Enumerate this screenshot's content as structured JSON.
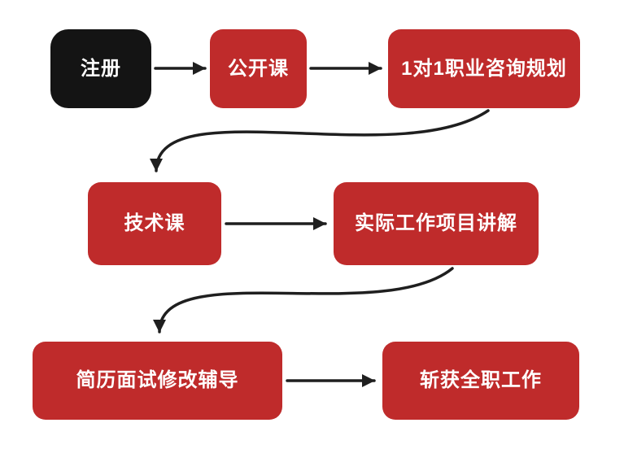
{
  "page": {
    "background": "#ffffff"
  },
  "diagram": {
    "type": "flowchart",
    "arrow_color": "#1f1f1f",
    "nodes": [
      {
        "id": "register",
        "label": "注册",
        "fill": "#141414",
        "text_color": "#ffffff"
      },
      {
        "id": "open-class",
        "label": "公开课",
        "fill": "#bf2b2b",
        "text_color": "#ffffff"
      },
      {
        "id": "career-planning",
        "label": "1对1职业咨询规划",
        "fill": "#bf2b2b",
        "text_color": "#ffffff"
      },
      {
        "id": "tech-class",
        "label": "技术课",
        "fill": "#bf2b2b",
        "text_color": "#ffffff"
      },
      {
        "id": "work-project",
        "label": "实际工作项目讲解",
        "fill": "#bf2b2b",
        "text_color": "#ffffff"
      },
      {
        "id": "resume-interview",
        "label": "简历面试修改辅导",
        "fill": "#bf2b2b",
        "text_color": "#ffffff"
      },
      {
        "id": "fulltime-job",
        "label": "斩获全职工作",
        "fill": "#bf2b2b",
        "text_color": "#ffffff"
      }
    ],
    "edges": [
      {
        "from": "register",
        "to": "open-class"
      },
      {
        "from": "open-class",
        "to": "career-planning"
      },
      {
        "from": "career-planning",
        "to": "tech-class"
      },
      {
        "from": "tech-class",
        "to": "work-project"
      },
      {
        "from": "work-project",
        "to": "resume-interview"
      },
      {
        "from": "resume-interview",
        "to": "fulltime-job"
      }
    ]
  }
}
